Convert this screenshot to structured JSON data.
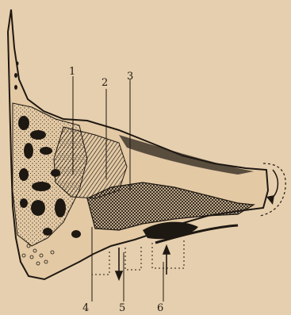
{
  "figure": {
    "background_color": "#e6cfae",
    "ink_color": "#1e1812",
    "labels": {
      "l1": "1",
      "l2": "2",
      "l3": "3",
      "l4": "4",
      "l5": "5",
      "l6": "6"
    }
  }
}
